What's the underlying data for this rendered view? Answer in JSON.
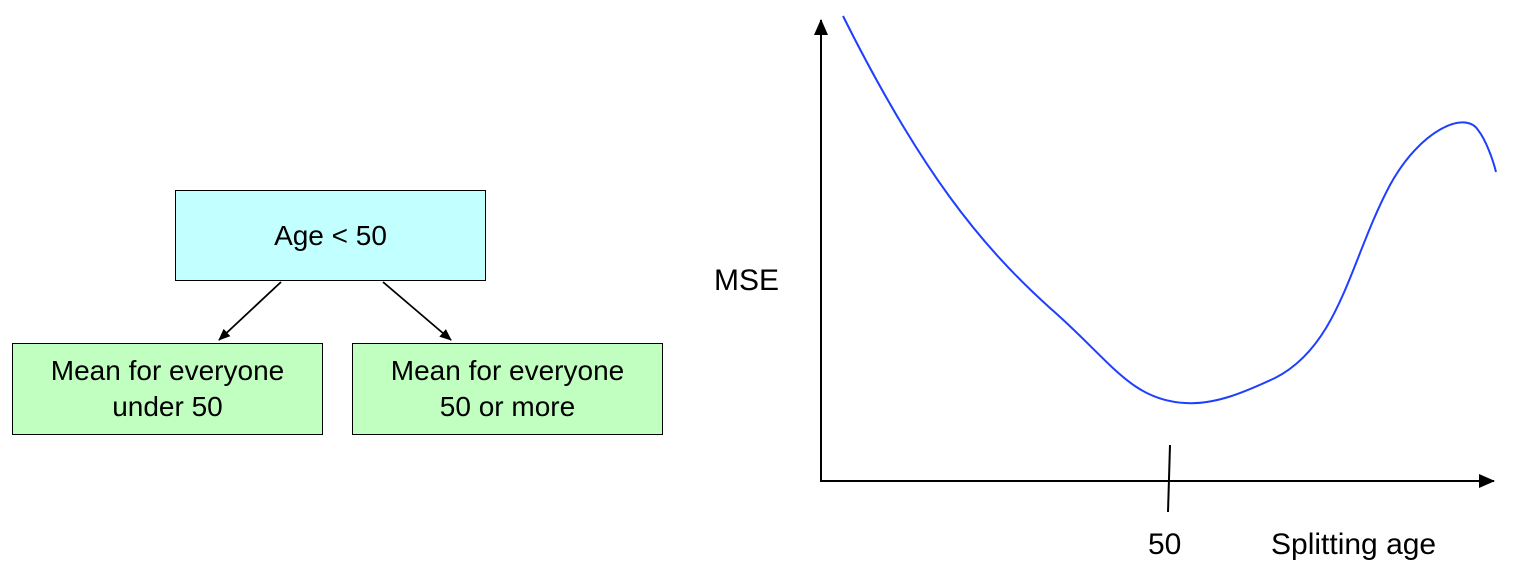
{
  "tree": {
    "root": {
      "label": "Age < 50"
    },
    "left_leaf": {
      "label": "Mean for everyone\nunder 50"
    },
    "right_leaf": {
      "label": "Mean for everyone\n50 or more"
    }
  },
  "colors": {
    "root_fill": "#c2ffff",
    "leaf_fill": "#c0ffc0",
    "curve": "#1f3fff",
    "axes": "#000000"
  },
  "plot": {
    "ylabel": "MSE",
    "xlabel": "Splitting age",
    "tick_label": "50"
  }
}
